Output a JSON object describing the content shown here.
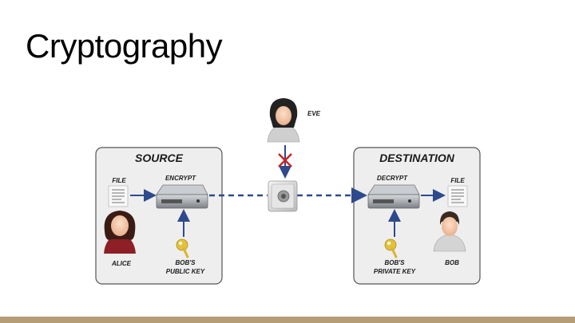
{
  "slide": {
    "title": "Cryptography",
    "footer_color": "#b59d78"
  },
  "diagram": {
    "source": {
      "heading": "SOURCE",
      "file_label": "FILE",
      "encrypt_label": "ENCRYPT",
      "person_label": "ALICE",
      "key_label_line1": "BOB'S",
      "key_label_line2": "PUBLIC KEY"
    },
    "destination": {
      "heading": "DESTINATION",
      "decrypt_label": "DECRYPT",
      "file_label": "FILE",
      "key_label_line1": "BOB'S",
      "key_label_line2": "PRIVATE KEY",
      "person_label": "BOB"
    },
    "eavesdropper": {
      "label": "EVE"
    },
    "colors": {
      "panel_fill": "#eeeeee",
      "panel_stroke": "#555555",
      "arrow": "#2e4a8c",
      "block_mark": "#cc2222",
      "key": "#e2c23a"
    },
    "icons": [
      "user-female-icon",
      "user-male-icon",
      "document-icon",
      "network-device-icon",
      "key-icon",
      "safe-icon",
      "blocked-x-icon"
    ]
  }
}
